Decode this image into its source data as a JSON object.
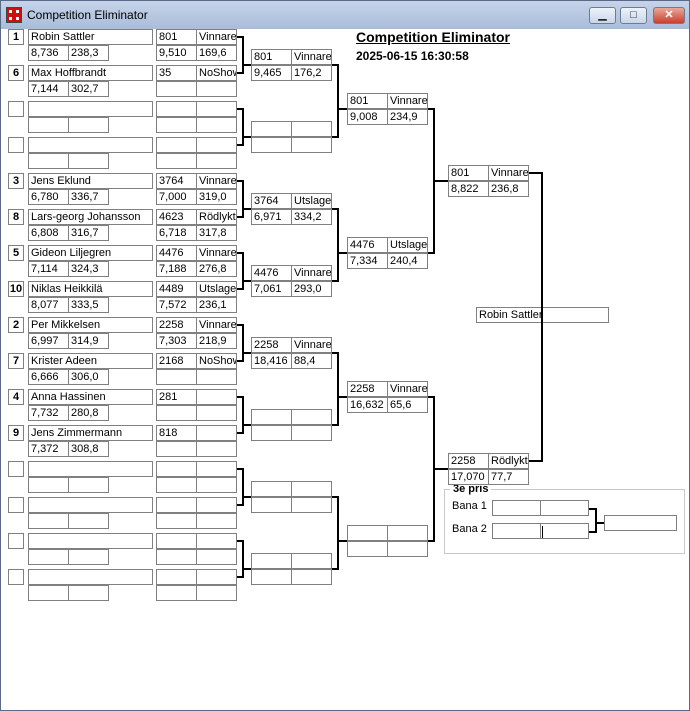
{
  "window": {
    "title": "Competition Eliminator",
    "minimize_label": "▁",
    "maximize_label": "□",
    "close_label": "✕"
  },
  "header": {
    "title": "Competition Eliminator",
    "datetime": "2025-06-15 16:30:58"
  },
  "entries": [
    {
      "seed": "1",
      "name": "Robin Sattler",
      "et": "8,736",
      "speed": "238,3"
    },
    {
      "seed": "6",
      "name": "Max Hoffbrandt",
      "et": "7,144",
      "speed": "302,7"
    },
    {
      "seed": "",
      "name": "",
      "et": "",
      "speed": ""
    },
    {
      "seed": "",
      "name": "",
      "et": "",
      "speed": ""
    },
    {
      "seed": "3",
      "name": "Jens Eklund",
      "et": "6,780",
      "speed": "336,7"
    },
    {
      "seed": "8",
      "name": "Lars-georg Johansson",
      "et": "6,808",
      "speed": "316,7"
    },
    {
      "seed": "5",
      "name": "Gideon Liljegren",
      "et": "7,114",
      "speed": "324,3"
    },
    {
      "seed": "10",
      "name": "Niklas Heikkilä",
      "et": "8,077",
      "speed": "333,5"
    },
    {
      "seed": "2",
      "name": "Per Mikkelsen",
      "et": "6,997",
      "speed": "314,9"
    },
    {
      "seed": "7",
      "name": "Krister Adeen",
      "et": "6,666",
      "speed": "306,0"
    },
    {
      "seed": "4",
      "name": "Anna Hassinen",
      "et": "7,732",
      "speed": "280,8"
    },
    {
      "seed": "9",
      "name": "Jens Zimmermann",
      "et": "7,372",
      "speed": "308,8"
    },
    {
      "seed": "",
      "name": "",
      "et": "",
      "speed": ""
    },
    {
      "seed": "",
      "name": "",
      "et": "",
      "speed": ""
    },
    {
      "seed": "",
      "name": "",
      "et": "",
      "speed": ""
    },
    {
      "seed": "",
      "name": "",
      "et": "",
      "speed": ""
    }
  ],
  "round1": [
    {
      "num": "801",
      "result": "Vinnare",
      "et": "9,510",
      "speed": "169,6"
    },
    {
      "num": "35",
      "result": "NoShow",
      "et": "",
      "speed": ""
    },
    {
      "num": "",
      "result": "",
      "et": "",
      "speed": ""
    },
    {
      "num": "",
      "result": "",
      "et": "",
      "speed": ""
    },
    {
      "num": "3764",
      "result": "Vinnare",
      "et": "7,000",
      "speed": "319,0"
    },
    {
      "num": "4623",
      "result": "Rödlykta",
      "et": "6,718",
      "speed": "317,8"
    },
    {
      "num": "4476",
      "result": "Vinnare",
      "et": "7,188",
      "speed": "276,8"
    },
    {
      "num": "4489",
      "result": "Utslagen",
      "et": "7,572",
      "speed": "236,1"
    },
    {
      "num": "2258",
      "result": "Vinnare",
      "et": "7,303",
      "speed": "218,9"
    },
    {
      "num": "2168",
      "result": "NoShow",
      "et": "",
      "speed": ""
    },
    {
      "num": "281",
      "result": "",
      "et": "",
      "speed": ""
    },
    {
      "num": "818",
      "result": "",
      "et": "",
      "speed": ""
    },
    {
      "num": "",
      "result": "",
      "et": "",
      "speed": ""
    },
    {
      "num": "",
      "result": "",
      "et": "",
      "speed": ""
    },
    {
      "num": "",
      "result": "",
      "et": "",
      "speed": ""
    },
    {
      "num": "",
      "result": "",
      "et": "",
      "speed": ""
    }
  ],
  "round2": [
    {
      "num": "801",
      "result": "Vinnare",
      "et": "9,465",
      "speed": "176,2"
    },
    {
      "num": "",
      "result": "",
      "et": "",
      "speed": ""
    },
    {
      "num": "3764",
      "result": "Utslagen",
      "et": "6,971",
      "speed": "334,2"
    },
    {
      "num": "4476",
      "result": "Vinnare",
      "et": "7,061",
      "speed": "293,0"
    },
    {
      "num": "2258",
      "result": "Vinnare",
      "et": "18,416",
      "speed": "88,4"
    },
    {
      "num": "",
      "result": "",
      "et": "",
      "speed": ""
    },
    {
      "num": "",
      "result": "",
      "et": "",
      "speed": ""
    },
    {
      "num": "",
      "result": "",
      "et": "",
      "speed": ""
    }
  ],
  "round3": [
    {
      "num": "801",
      "result": "Vinnare",
      "et": "9,008",
      "speed": "234,9"
    },
    {
      "num": "4476",
      "result": "Utslagen",
      "et": "7,334",
      "speed": "240,4"
    },
    {
      "num": "2258",
      "result": "Vinnare",
      "et": "16,632",
      "speed": "65,6"
    },
    {
      "num": "",
      "result": "",
      "et": "",
      "speed": ""
    }
  ],
  "final": [
    {
      "num": "801",
      "result": "Vinnare",
      "et": "8,822",
      "speed": "236,8"
    },
    {
      "num": "2258",
      "result": "Rödlykta",
      "et": "17,070",
      "speed": "77,7"
    }
  ],
  "winner": "Robin Sattler",
  "third_place": {
    "title": "3e pris",
    "lane1_label": "Bana 1",
    "lane2_label": "Bana 2",
    "lane1": {
      "num": "",
      "result": ""
    },
    "lane2": {
      "num": "",
      "result": ""
    },
    "winner": ""
  }
}
